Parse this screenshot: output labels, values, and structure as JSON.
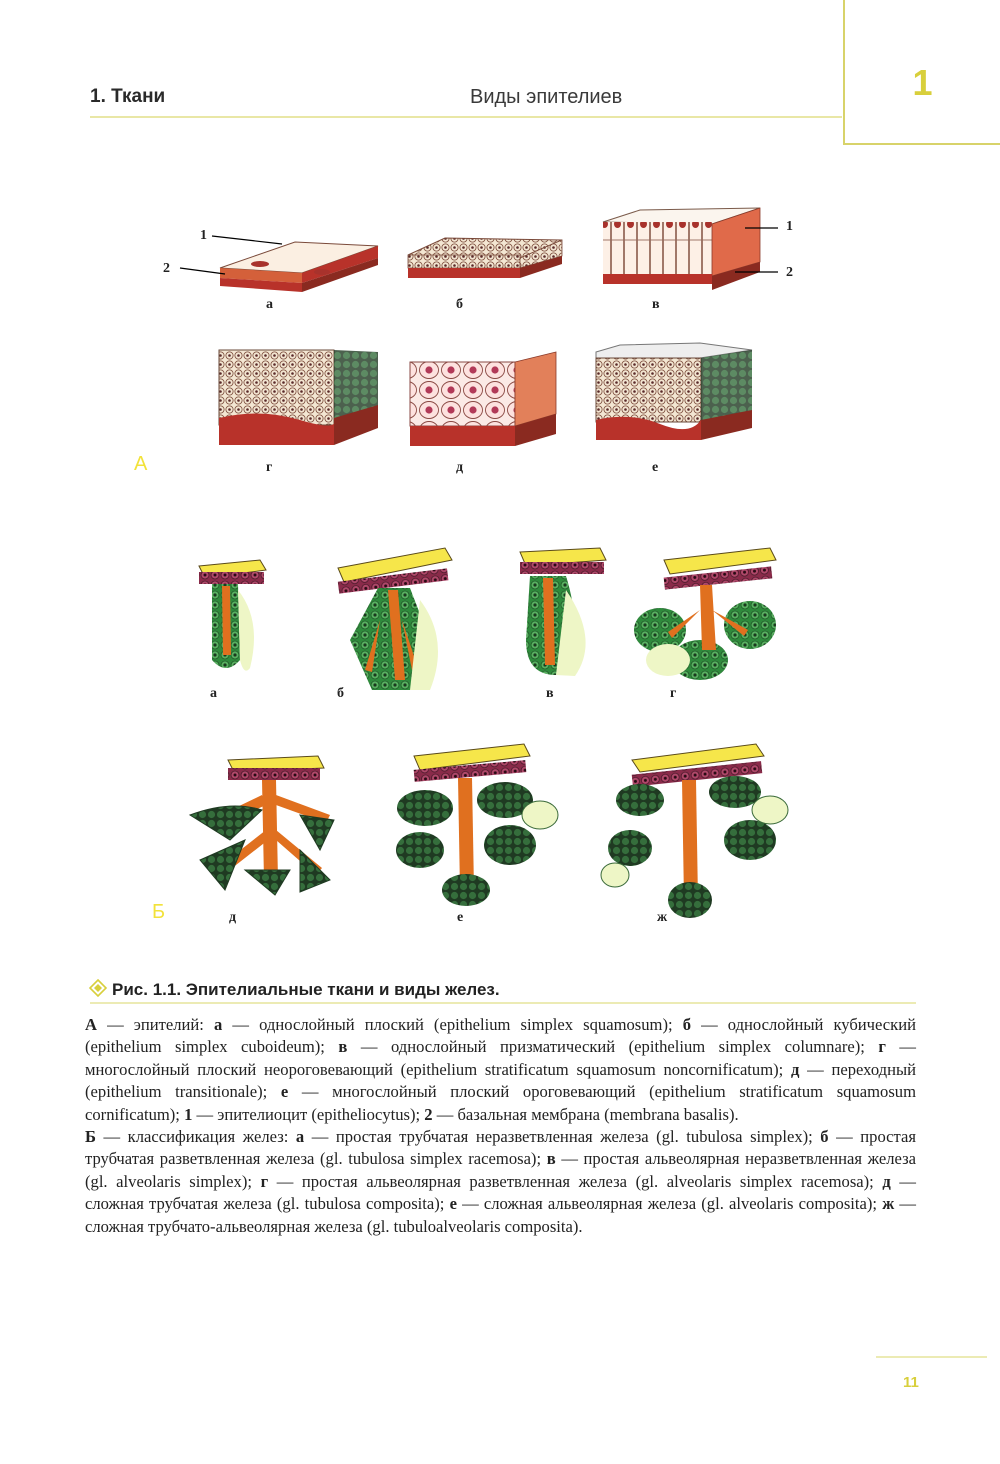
{
  "header": {
    "section": "1. Ткани",
    "running_title": "Виды эпителиев",
    "chapter_number": "1"
  },
  "figure": {
    "panel_A_label": "А",
    "panel_B_label": "Б",
    "A_letters": [
      "а",
      "б",
      "в",
      "г",
      "д",
      "е"
    ],
    "B_letters": [
      "а",
      "б",
      "в",
      "г",
      "д",
      "е",
      "ж"
    ],
    "callouts": [
      "1",
      "2",
      "1",
      "2"
    ]
  },
  "caption": {
    "title": "Рис. 1.1. Эпителиальные ткани и виды желез.",
    "A": {
      "lead": "А",
      "intro": " — эпителий: ",
      "items": [
        {
          "key": "а",
          "text": " — однослойный плоский (epithelium simplex squamosum); "
        },
        {
          "key": "б",
          "text": " — однослойный кубический (epithelium simplex cuboideum); "
        },
        {
          "key": "в",
          "text": " — однослойный призматический (epithelium simplex columnare); "
        },
        {
          "key": "г",
          "text": " — многослойный плоский неороговевающий (epithelium stratificatum squamosum noncornificatum); "
        },
        {
          "key": "д",
          "text": " — переходный (epithelium transitionale); "
        },
        {
          "key": "е",
          "text": " — многослойный плоский ороговевающий (epithelium stratificatum squamosum cornificatum); "
        },
        {
          "key": "1",
          "text": " — эпителиоцит (epitheliocytus); "
        },
        {
          "key": "2",
          "text": " — базальная мембрана (membrana basalis)."
        }
      ]
    },
    "B": {
      "lead": "Б",
      "intro": " — классификация желез: ",
      "items": [
        {
          "key": "а",
          "text": " — простая трубчатая неразветвленная железа (gl. tubulosa simplex); "
        },
        {
          "key": "б",
          "text": " — простая трубчатая разветвленная железа (gl. tubulosa simplex racemosa); "
        },
        {
          "key": "в",
          "text": " — простая альвеолярная неразветвленная железа (gl. alveolaris simplex); "
        },
        {
          "key": "г",
          "text": " — простая альвеолярная разветвленная железа (gl. alveolaris simplex racemosa); "
        },
        {
          "key": "д",
          "text": " — сложная трубчатая железа (gl. tubulosa composita); "
        },
        {
          "key": "е",
          "text": " — сложная альвеолярная железа (gl. alveolaris composita); "
        },
        {
          "key": "ж",
          "text": " — сложная трубчато-альвеолярная железа (gl. tubuloalveolaris composita)."
        }
      ]
    }
  },
  "footer": {
    "page_number": "11"
  },
  "colors": {
    "accent_yellow": "#d8cf3c",
    "rule_yellow": "#ecebb4",
    "tissue_red": "#b8322a",
    "gland_green": "#2f8a3c",
    "duct_orange": "#e0701f",
    "surface_yellow": "#f6e64a"
  }
}
